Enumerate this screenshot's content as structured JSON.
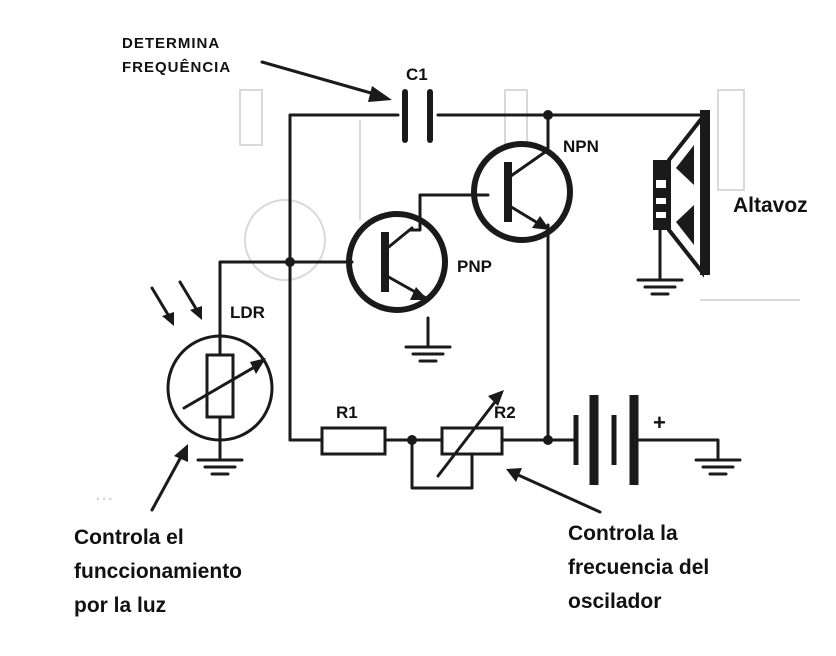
{
  "labels": {
    "c1": "C1",
    "c1_note_line1": "DETERMINA",
    "c1_note_line2": "FREQUÊNCIA",
    "npn": "NPN",
    "pnp": "PNP",
    "ldr": "LDR",
    "r1": "R1",
    "r2": "R2",
    "battery_plus": "+",
    "speaker": "Altavoz"
  },
  "notes": {
    "ldr_note": [
      "Controla el",
      "funccionamiento",
      "por la luz"
    ],
    "r2_note": [
      "Controla la",
      "frecuencia del",
      "oscilador"
    ]
  },
  "colors": {
    "ink": "#1a1a1a",
    "ghost": "#d9d9d9",
    "background": "#ffffff"
  }
}
